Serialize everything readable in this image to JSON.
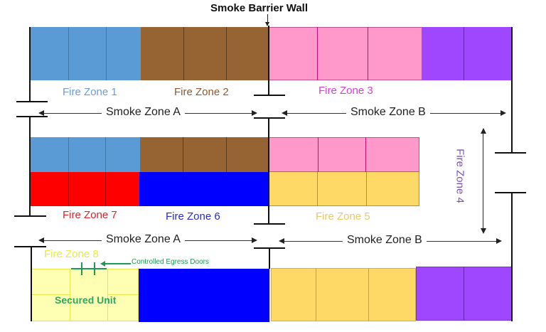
{
  "title": "Smoke Barrier Wall",
  "colors": {
    "zone1": "#5b9bd5",
    "zone2": "#966433",
    "zone3": "#ff99cc",
    "zone4": "#9f47ff",
    "zone5": "#ffd966",
    "zone6": "#0000ff",
    "zone7": "#ff0000",
    "zone8": "#ffffb3",
    "zone1_text": "#6f9ad6",
    "zone2_text": "#8a5a2e",
    "zone3_text": "#d63fd6",
    "zone4_text": "#7f4fc0",
    "zone5_text": "#e8c870",
    "zone6_text": "#2a2ad0",
    "zone7_text": "#d8262c",
    "zone8_text": "#e8e84a",
    "egress": "#1e9a55"
  },
  "fire_zones": {
    "z1": "Fire Zone 1",
    "z2": "Fire Zone 2",
    "z3": "Fire Zone 3",
    "z4": "Fire Zone 4",
    "z5": "Fire Zone 5",
    "z6": "Fire Zone 6",
    "z7": "Fire Zone 7",
    "z8": "Fire Zone 8"
  },
  "smoke_zones": {
    "top_a": "Smoke Zone A",
    "top_b": "Smoke Zone B",
    "bottom_a": "Smoke Zone A",
    "bottom_b": "Smoke Zone B"
  },
  "annotations": {
    "egress_doors": "Controlled Egress Doors",
    "secured_unit": "Secured Unit"
  }
}
